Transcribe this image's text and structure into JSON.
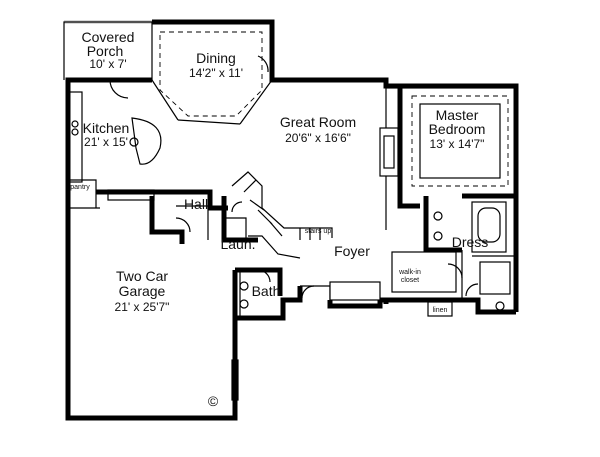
{
  "rooms": {
    "covered_porch": {
      "name_line1": "Covered",
      "name_line2": "Porch",
      "size": "10' x 7'"
    },
    "dining": {
      "name": "Dining",
      "size": "14'2\" x 11'"
    },
    "kitchen": {
      "name": "Kitchen",
      "size": "21' x 15'"
    },
    "great_room": {
      "name": "Great Room",
      "size": "20'6\" x 16'6\""
    },
    "master_bedroom": {
      "name_line1": "Master",
      "name_line2": "Bedroom",
      "size": "13' x 14'7\""
    },
    "hall": {
      "name": "Hall"
    },
    "laundry": {
      "name": "Laun."
    },
    "foyer": {
      "name": "Foyer"
    },
    "bath": {
      "name": "Bath"
    },
    "dress": {
      "name": "Dress"
    },
    "garage": {
      "name_line1": "Two Car",
      "name_line2": "Garage",
      "size": "21' x 25'7\""
    }
  },
  "small_labels": {
    "pantry": "pantry",
    "stairs_up": "stairs up",
    "walk_in_line1": "walk-in",
    "walk_in_line2": "closet",
    "linen": "linen"
  },
  "copyright": "©"
}
